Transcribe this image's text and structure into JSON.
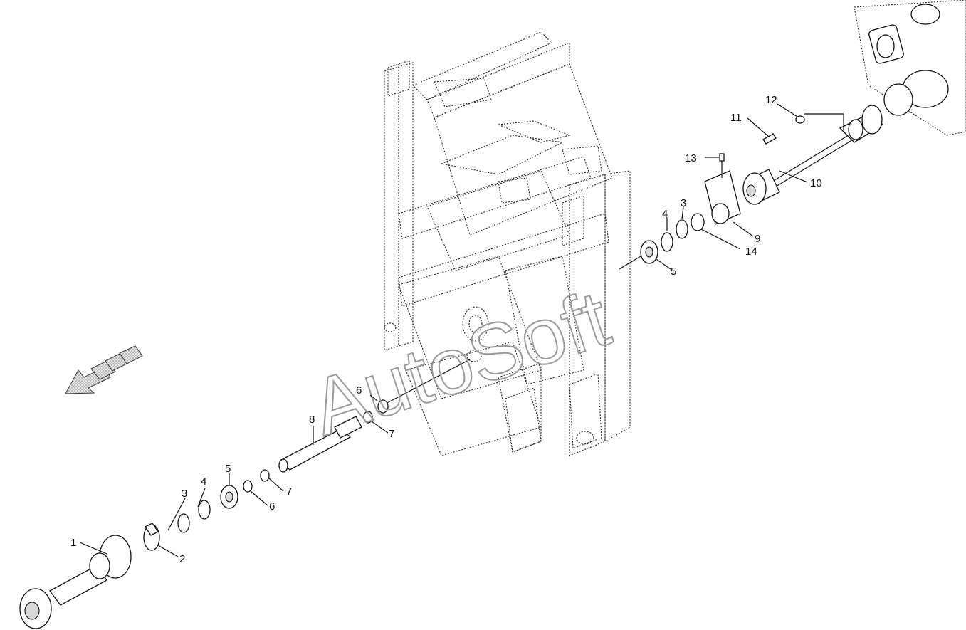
{
  "watermark": {
    "text": "AutoSoft"
  },
  "callouts": [
    {
      "id": "1",
      "label": "1"
    },
    {
      "id": "2",
      "label": "2"
    },
    {
      "id": "3a",
      "label": "3"
    },
    {
      "id": "4a",
      "label": "4"
    },
    {
      "id": "5a",
      "label": "5"
    },
    {
      "id": "6a",
      "label": "6"
    },
    {
      "id": "7a",
      "label": "7"
    },
    {
      "id": "8",
      "label": "8"
    },
    {
      "id": "7b",
      "label": "7"
    },
    {
      "id": "6b",
      "label": "6"
    },
    {
      "id": "5b",
      "label": "5"
    },
    {
      "id": "4b",
      "label": "4"
    },
    {
      "id": "3b",
      "label": "3"
    },
    {
      "id": "14",
      "label": "14"
    },
    {
      "id": "9",
      "label": "9"
    },
    {
      "id": "13",
      "label": "13"
    },
    {
      "id": "10",
      "label": "10"
    },
    {
      "id": "11",
      "label": "11"
    },
    {
      "id": "12",
      "label": "12"
    }
  ],
  "colors": {
    "line": "#111111",
    "frame_dash": "#222222",
    "watermark": "#9a9a9a",
    "arrow_fill": "#c8c8c8"
  },
  "icons": {
    "direction": "direction-arrow-icon"
  }
}
